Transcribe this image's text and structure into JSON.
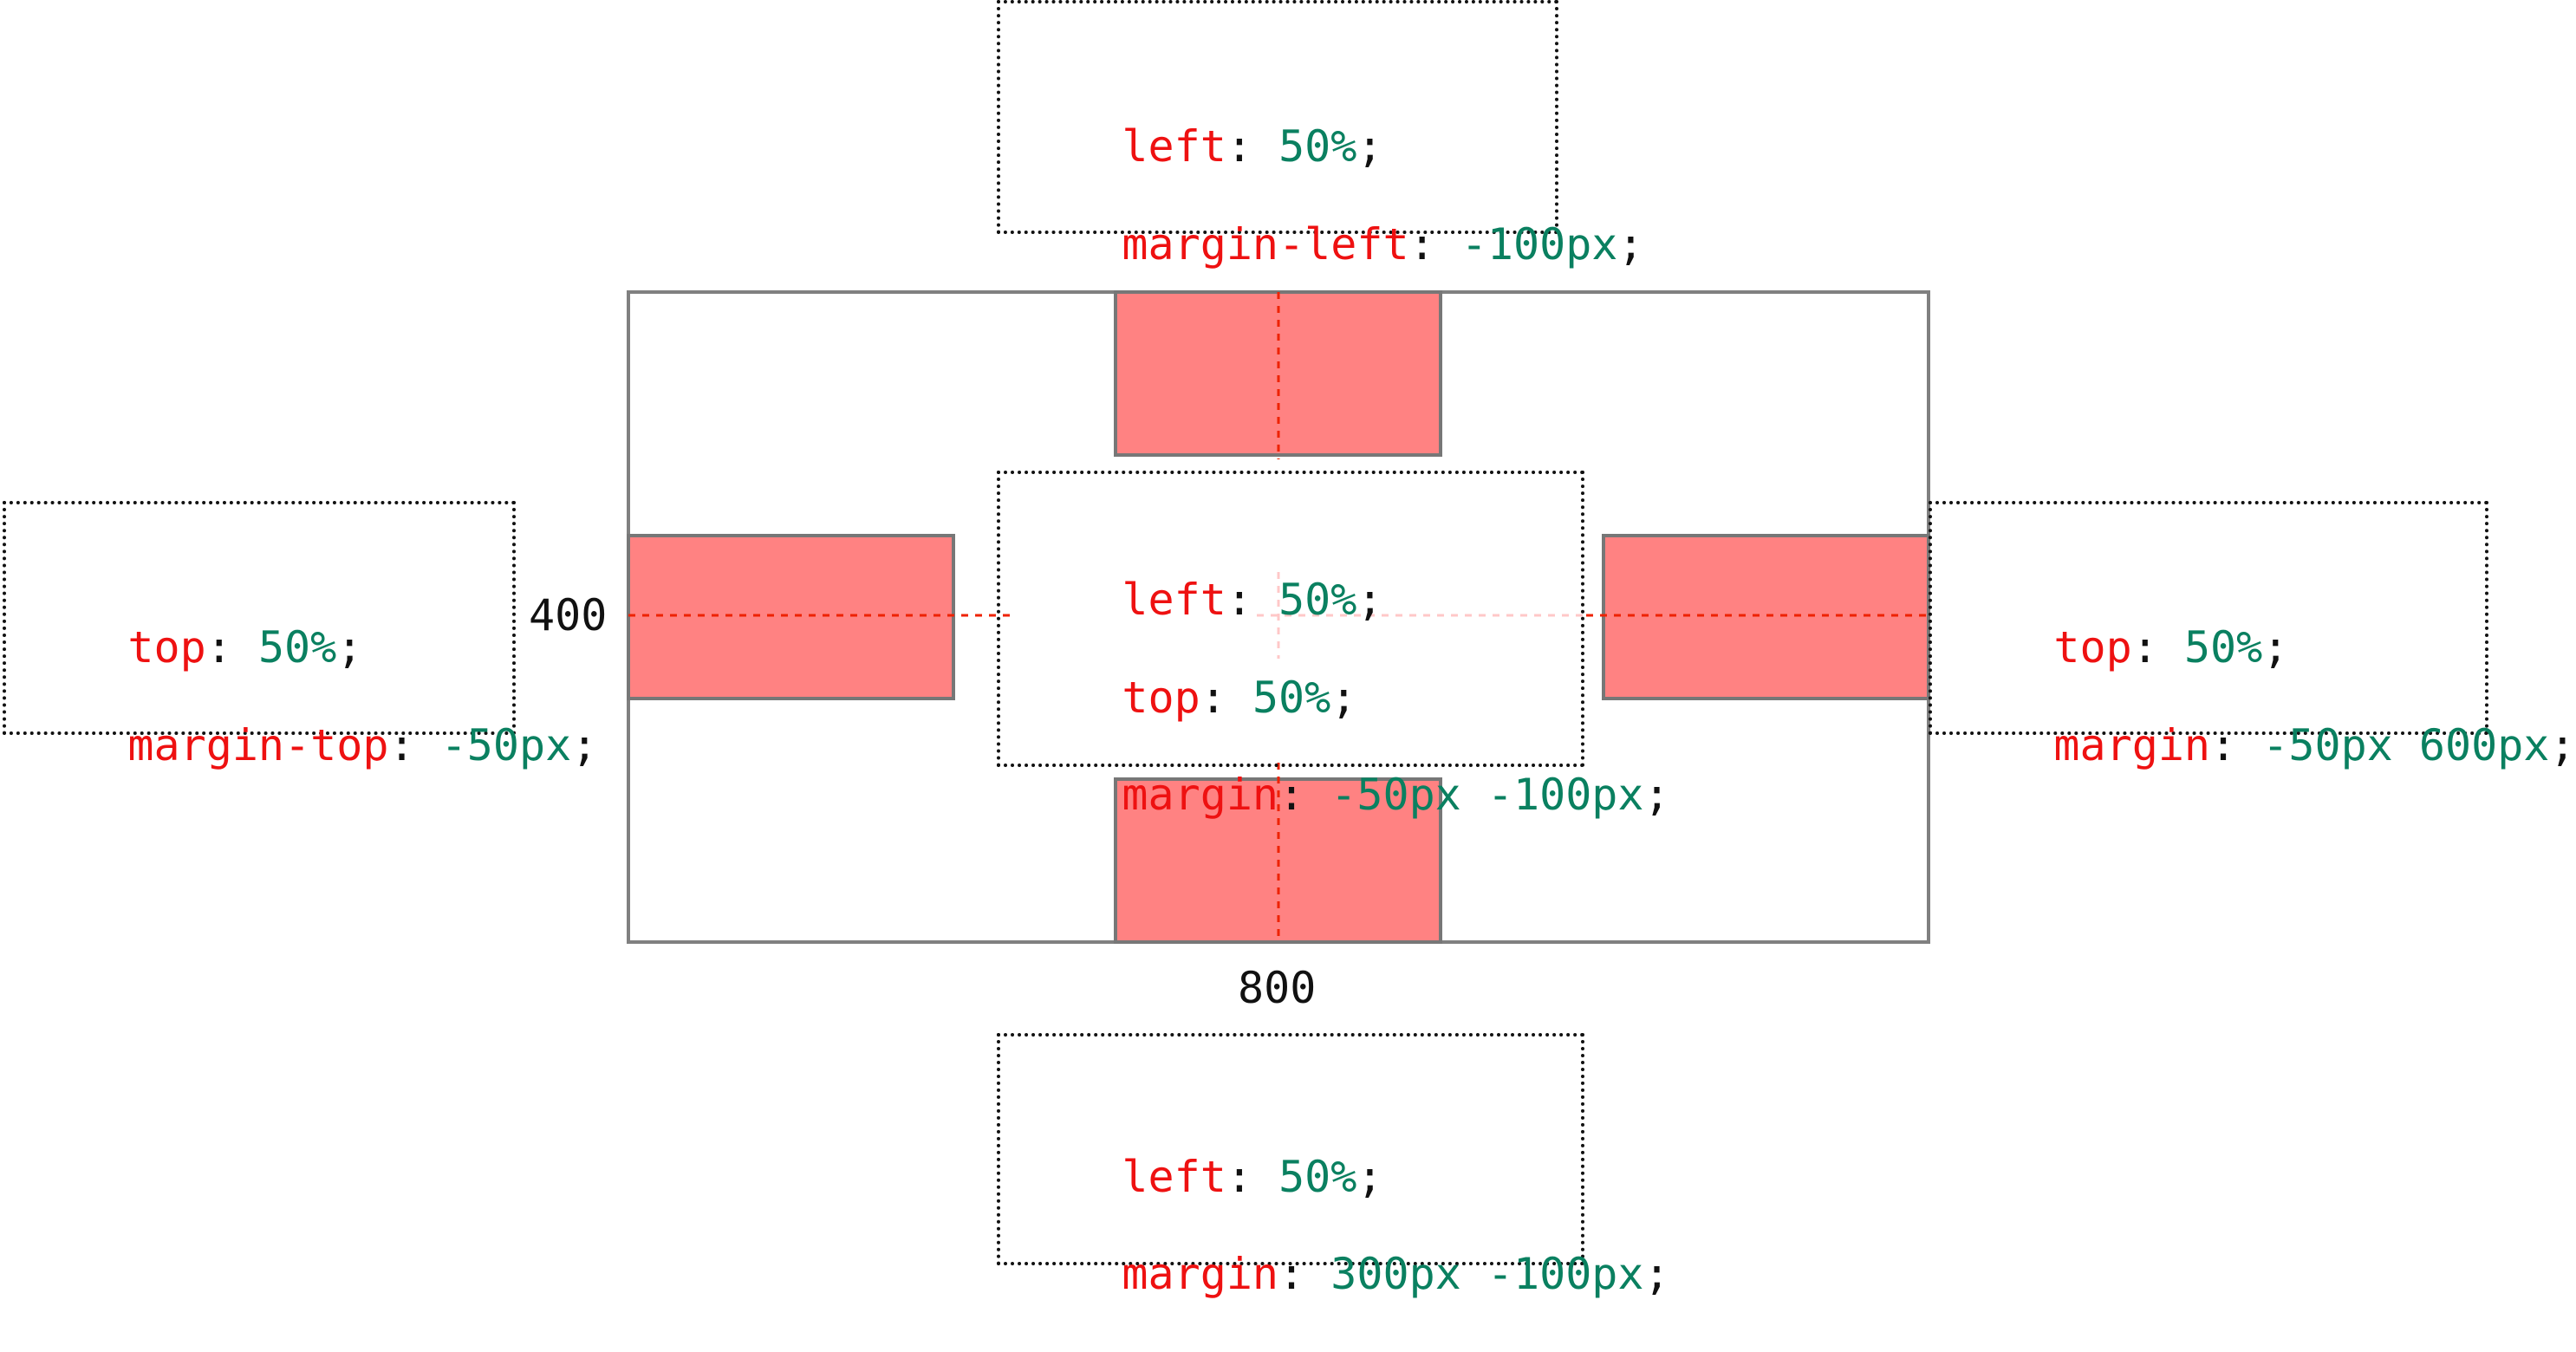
{
  "colors": {
    "property": "#ee1111",
    "value": "#0a8060",
    "punctuation": "#111111",
    "box_fill": "#ff8282",
    "box_stroke": "#777777",
    "container_stroke": "#808080",
    "guide_line": "#ee2200"
  },
  "container": {
    "width_label": "800",
    "height_label": "400"
  },
  "code_blocks": {
    "top": [
      {
        "prop": "left",
        "value": "50%"
      },
      {
        "prop": "margin-left",
        "value": "-100px"
      }
    ],
    "left": [
      {
        "prop": "top",
        "value": "50%"
      },
      {
        "prop": "margin-top",
        "value": "-50px"
      }
    ],
    "center": [
      {
        "prop": "left",
        "value": "50%"
      },
      {
        "prop": "top",
        "value": "50%"
      },
      {
        "prop": "margin",
        "value": "-50px -100px"
      }
    ],
    "right": [
      {
        "prop": "top",
        "value": "50%"
      },
      {
        "prop": "margin",
        "value": "-50px 600px"
      }
    ],
    "bottom": [
      {
        "prop": "left",
        "value": "50%"
      },
      {
        "prop": "margin",
        "value": "300px -100px"
      }
    ]
  }
}
